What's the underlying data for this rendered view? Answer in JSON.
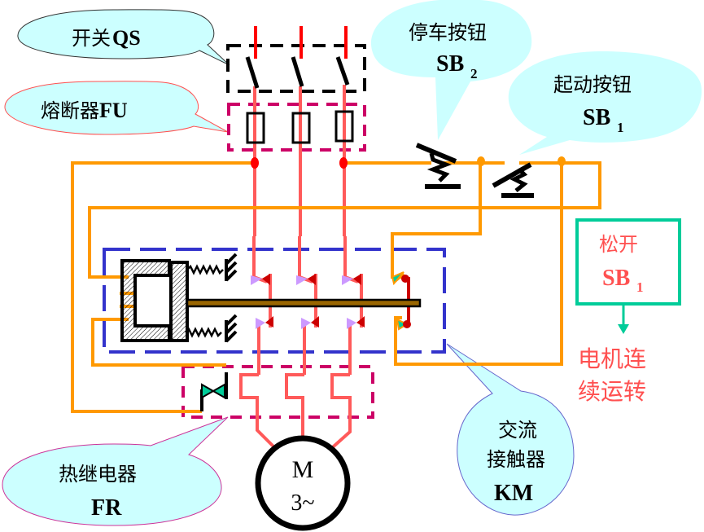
{
  "colors": {
    "phase_line": "#ff5a5a",
    "control_line": "#ff9900",
    "qs_box": "#000000",
    "fu_box": "#cc0066",
    "km_box": "#3333cc",
    "fr_box": "#cc0066",
    "bubble_fill": "#ccffff",
    "note_box": "#00cc99",
    "note_text": "#ff5050"
  },
  "callouts": {
    "qs": {
      "cn": "开关",
      "code": "QS"
    },
    "fu": {
      "cn": "熔断器",
      "code": "FU"
    },
    "sb2": {
      "cn": "停车按钮",
      "code": "SB",
      "sub": "2"
    },
    "sb1": {
      "cn": "起动按钮",
      "code": "SB",
      "sub": "1"
    },
    "fr": {
      "cn": "热继电器",
      "code": "FR"
    },
    "km": {
      "cn_line1": "交流",
      "cn_line2": "接触器",
      "code": "KM"
    }
  },
  "motor": {
    "label": "M",
    "phase": "3~"
  },
  "note": {
    "box_cn": "松开",
    "box_code": "SB",
    "box_sub": "1",
    "result_line1": "电机连",
    "result_line2": "续运转"
  }
}
